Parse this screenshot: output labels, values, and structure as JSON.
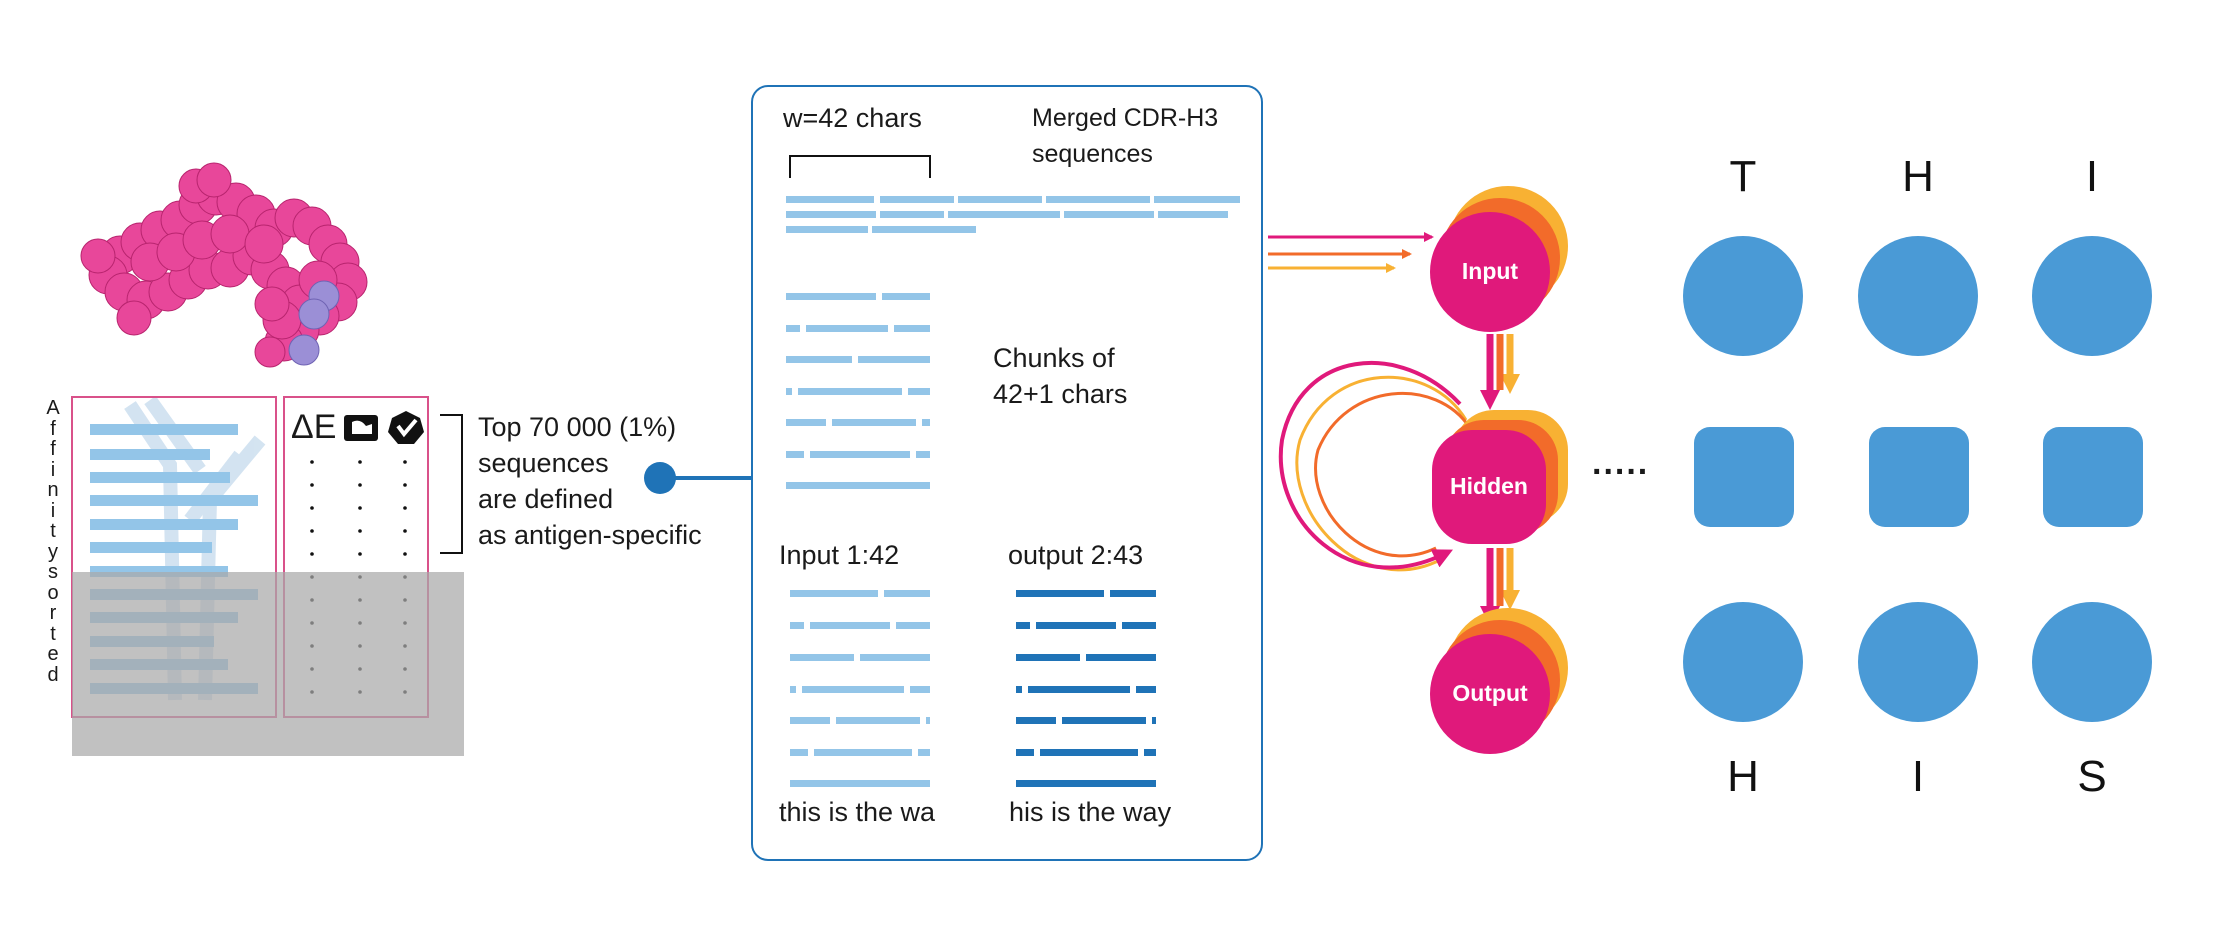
{
  "sorting_panel": {
    "vertical_label": [
      "A",
      "f",
      "f",
      "i",
      "n",
      "i",
      "t",
      "y",
      "s",
      "o",
      "r",
      "t",
      "e",
      "d"
    ],
    "delta_e": "ΔE",
    "selection_note": [
      "Top 70 000 (1%)",
      "sequences",
      "are defined",
      "as antigen-specific"
    ]
  },
  "chunk_box": {
    "window_label": "w=42 chars",
    "merged_label": [
      "Merged CDR-H3",
      "sequences"
    ],
    "chunks_label": [
      "Chunks of",
      "42+1 chars"
    ],
    "input_header": "Input 1:42",
    "output_header": "output 2:43",
    "input_example": "this is the wa",
    "output_example": "his is the way"
  },
  "rnn": {
    "input_node": "Input",
    "hidden_node": "Hidden",
    "output_node": "Output",
    "ellipsis": "....."
  },
  "unrolled": {
    "top_letters": [
      "T",
      "H",
      "I"
    ],
    "bottom_letters": [
      "H",
      "I",
      "S"
    ]
  },
  "colors": {
    "light_blue": "#93c5e8",
    "dark_blue": "#1f73b7",
    "node_blue": "#4a9ad6",
    "magenta": "#e0197b",
    "orange": "#f26b2a",
    "yellow": "#f8b133",
    "frame_pink": "#d9518a",
    "gray_overlay": "#a9a9a9"
  },
  "icons": [
    "molecule-structure-icon",
    "antibody-silhouette-icon",
    "binder-icon",
    "specificity-icon"
  ]
}
